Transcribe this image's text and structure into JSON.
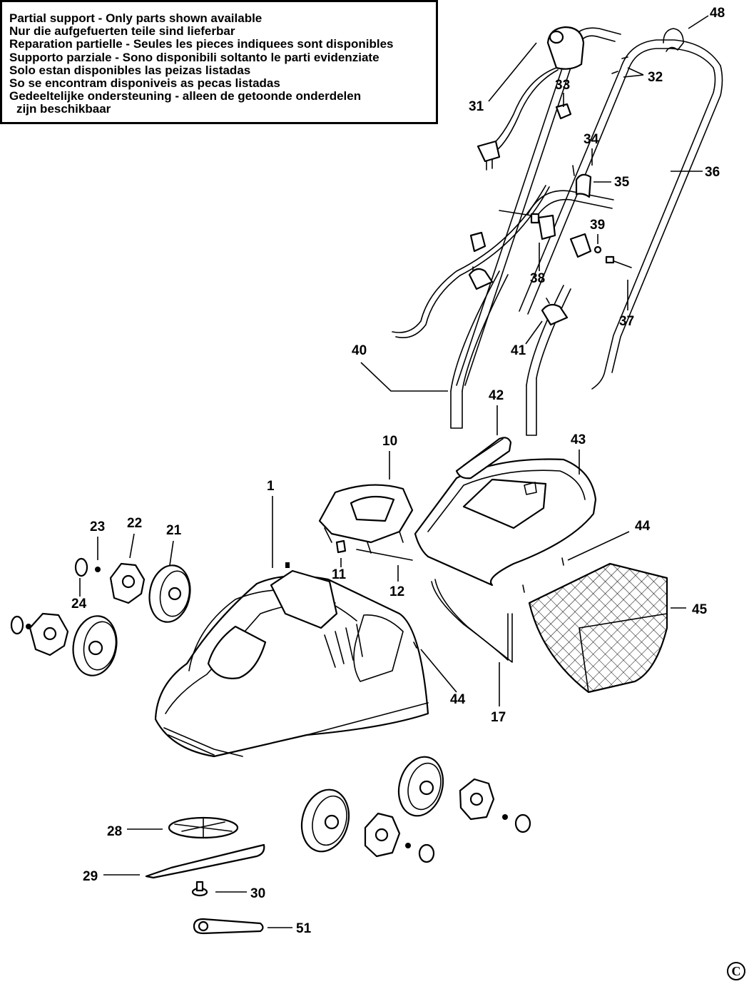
{
  "notice": {
    "lines": [
      "Partial support - Only parts shown available",
      "Nur die aufgefuerten teile sind lieferbar",
      "Reparation partielle - Seules les pieces indiquees sont disponibles",
      "Supporto parziale - Sono disponibili soltanto le parti evidenziate",
      "Solo estan disponibles las peizas listadas",
      "So se encontram disponiveis as pecas listadas",
      "Gedeeltelijke ondersteuning - alleen de getoonde onderdelen",
      "zijn beschikbaar"
    ]
  },
  "part_labels": [
    "1",
    "10",
    "11",
    "12",
    "17",
    "21",
    "22",
    "23",
    "24",
    "28",
    "29",
    "30",
    "31",
    "32",
    "33",
    "34",
    "35",
    "36",
    "37",
    "38",
    "39",
    "40",
    "41",
    "42",
    "43",
    "44",
    "44",
    "45",
    "48",
    "51"
  ],
  "copyright_symbol": "C"
}
